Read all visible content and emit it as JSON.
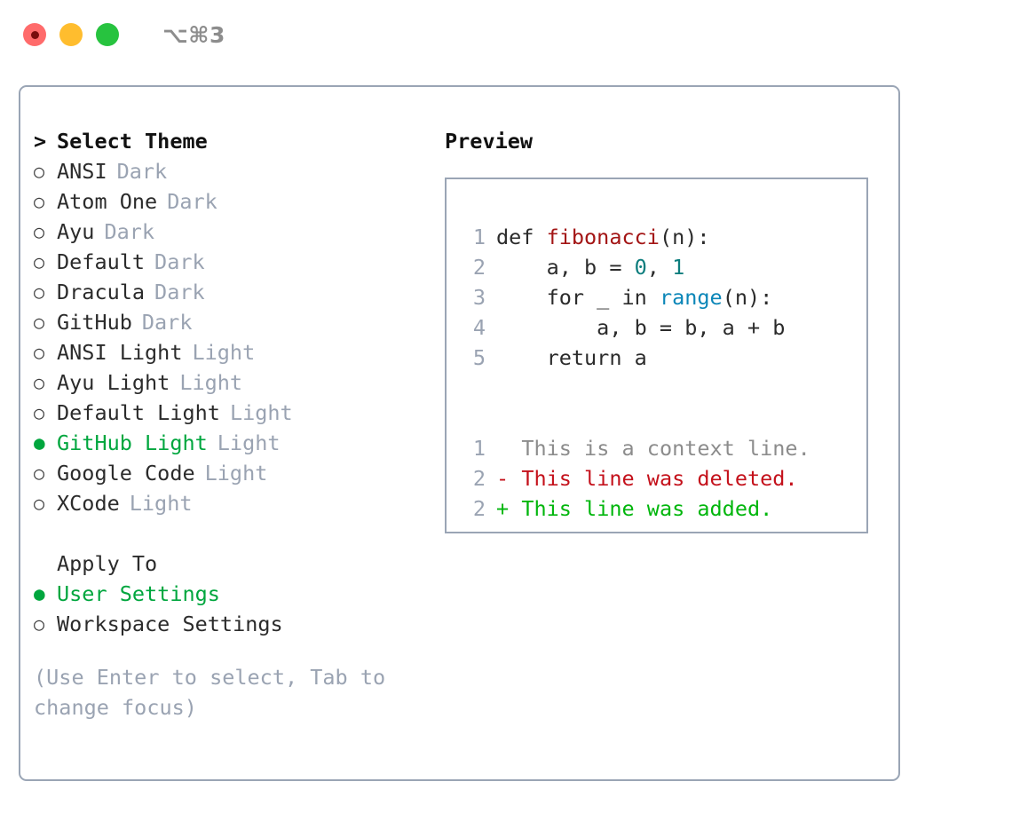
{
  "titlebar": {
    "shortcut": "⌥⌘3",
    "buttons": [
      {
        "name": "close",
        "color": "#ff6b6b",
        "recording": true
      },
      {
        "name": "minimize",
        "color": "#ffbd2e",
        "recording": false
      },
      {
        "name": "maximize",
        "color": "#27c33f",
        "recording": false
      }
    ]
  },
  "colors": {
    "accent_green": "#00a63e",
    "muted": "#9aa3b2",
    "border": "#9aa5b5",
    "text": "#2b2b2b",
    "diff_add": "#00b60c",
    "diff_del": "#c4111b",
    "diff_ctx": "#8c8c8c",
    "syntax_function": "#a31515",
    "syntax_number": "#0d7d7d",
    "syntax_call": "#0b86b8"
  },
  "theme_list": {
    "header": {
      "caret": ">",
      "label": "Select Theme"
    },
    "items": [
      {
        "marker": "○",
        "name": "ANSI",
        "variant": "Dark",
        "selected": false
      },
      {
        "marker": "○",
        "name": "Atom One",
        "variant": "Dark",
        "selected": false
      },
      {
        "marker": "○",
        "name": "Ayu",
        "variant": "Dark",
        "selected": false
      },
      {
        "marker": "○",
        "name": "Default",
        "variant": "Dark",
        "selected": false
      },
      {
        "marker": "○",
        "name": "Dracula",
        "variant": "Dark",
        "selected": false
      },
      {
        "marker": "○",
        "name": "GitHub",
        "variant": "Dark",
        "selected": false
      },
      {
        "marker": "○",
        "name": "ANSI Light",
        "variant": "Light",
        "selected": false
      },
      {
        "marker": "○",
        "name": "Ayu Light",
        "variant": "Light",
        "selected": false
      },
      {
        "marker": "○",
        "name": "Default Light",
        "variant": "Light",
        "selected": false
      },
      {
        "marker": "●",
        "name": "GitHub Light",
        "variant": "Light",
        "selected": true
      },
      {
        "marker": "○",
        "name": "Google Code",
        "variant": "Light",
        "selected": false
      },
      {
        "marker": "○",
        "name": "XCode",
        "variant": "Light",
        "selected": false
      }
    ]
  },
  "apply_to": {
    "label": "Apply To",
    "options": [
      {
        "marker": "●",
        "name": "User Settings",
        "selected": true
      },
      {
        "marker": "○",
        "name": "Workspace Settings",
        "selected": false
      }
    ]
  },
  "hint": "(Use Enter to select, Tab to change focus)",
  "preview": {
    "title": "Preview",
    "code": [
      {
        "ln": "1",
        "parts": [
          {
            "t": "def ",
            "k": "plain"
          },
          {
            "t": "fibonacci",
            "k": "fn"
          },
          {
            "t": "(n):",
            "k": "plain"
          }
        ]
      },
      {
        "ln": "2",
        "parts": [
          {
            "t": "    a, b = ",
            "k": "plain"
          },
          {
            "t": "0",
            "k": "num"
          },
          {
            "t": ", ",
            "k": "plain"
          },
          {
            "t": "1",
            "k": "num"
          }
        ]
      },
      {
        "ln": "3",
        "parts": [
          {
            "t": "    for _ in ",
            "k": "plain"
          },
          {
            "t": "range",
            "k": "call"
          },
          {
            "t": "(n):",
            "k": "plain"
          }
        ]
      },
      {
        "ln": "4",
        "parts": [
          {
            "t": "        a, b = b, a + b",
            "k": "plain"
          }
        ]
      },
      {
        "ln": "5",
        "parts": [
          {
            "t": "    return a",
            "k": "plain"
          }
        ]
      }
    ],
    "diff": [
      {
        "ln": "1",
        "sign": " ",
        "text": "This is a context line.",
        "kind": "ctx"
      },
      {
        "ln": "2",
        "sign": "-",
        "text": "This line was deleted.",
        "kind": "del"
      },
      {
        "ln": "2",
        "sign": "+",
        "text": "This line was added.",
        "kind": "add"
      }
    ]
  }
}
